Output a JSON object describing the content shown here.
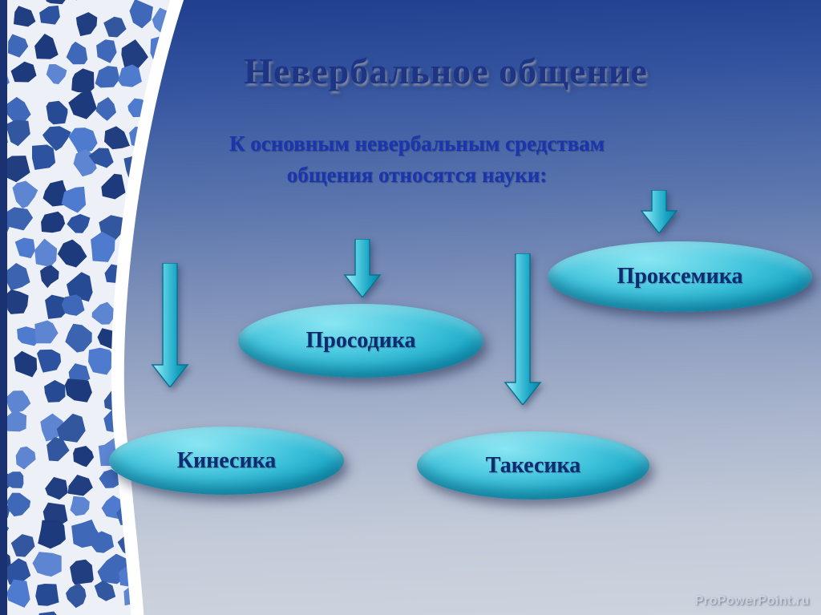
{
  "slide": {
    "title": "Невербальное общение",
    "subtitle": {
      "line1": "К основным невербальным средствам",
      "line2": "общения относятся науки:"
    },
    "ellipses": [
      {
        "label": "Проксемика"
      },
      {
        "label": "Просодика"
      },
      {
        "label": "Кинесика"
      },
      {
        "label": "Такесика"
      }
    ],
    "watermark": "ProPowerPoint.ru",
    "colors": {
      "title_text": "#1e3585",
      "subtitle_text": "#1a35ae",
      "ellipse_fill": "#2ab8d8",
      "ellipse_label_text": "#0e2a70",
      "arrow_fill": "#2ab8d8",
      "background_top": "#1e3e8e",
      "background_bottom": "#ced4de",
      "mosaic_tile_blue": "#3a66c0",
      "mosaic_grout": "#ffffff"
    }
  }
}
